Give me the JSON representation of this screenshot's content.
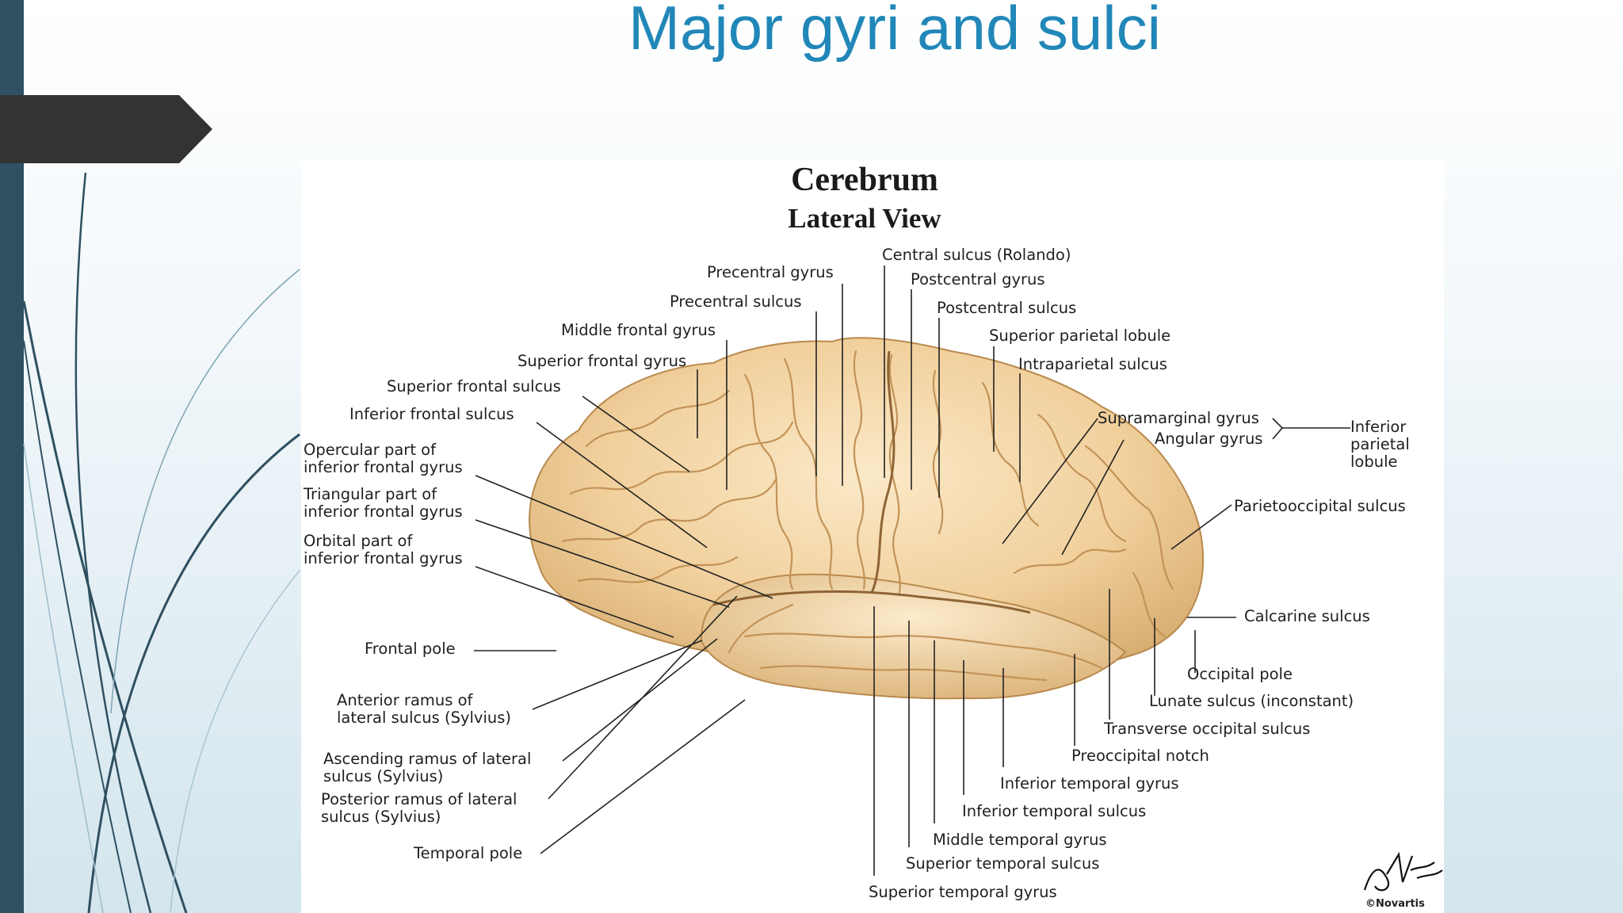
{
  "slide": {
    "title": "Major gyri and sulci"
  },
  "figure": {
    "title": "Cerebrum",
    "subtitle": "Lateral View",
    "credit": "©Novartis",
    "signature": "F. Netter",
    "labels": {
      "central_sulcus": "Central sulcus (Rolando)",
      "precentral_gyrus": "Precentral gyrus",
      "postcentral_gyrus": "Postcentral gyrus",
      "precentral_sulcus": "Precentral sulcus",
      "postcentral_sulcus": "Postcentral sulcus",
      "middle_frontal_gyrus": "Middle frontal gyrus",
      "superior_parietal_lobule": "Superior parietal lobule",
      "superior_frontal_gyrus": "Superior frontal gyrus",
      "intraparietal_sulcus": "Intraparietal sulcus",
      "superior_frontal_sulcus": "Superior frontal sulcus",
      "inferior_frontal_sulcus": "Inferior frontal sulcus",
      "supramarginal_gyrus": "Supramarginal gyrus",
      "angular_gyrus": "Angular gyrus",
      "inferior_parietal_lobule": "Inferior\nparietal\nlobule",
      "opercular_part": "Opercular part of\ninferior frontal gyrus",
      "triangular_part": "Triangular part of\ninferior frontal gyrus",
      "orbital_part": "Orbital part of\ninferior frontal gyrus",
      "parietooccipital_sulcus": "Parietooccipital sulcus",
      "frontal_pole": "Frontal pole",
      "calcarine_sulcus": "Calcarine sulcus",
      "occipital_pole": "Occipital pole",
      "anterior_ramus": "Anterior ramus of\nlateral sulcus (Sylvius)",
      "lunate_sulcus": "Lunate sulcus (inconstant)",
      "transverse_occipital_sulcus": "Transverse occipital sulcus",
      "ascending_ramus": "Ascending ramus of lateral\nsulcus (Sylvius)",
      "preoccipital_notch": "Preoccipital notch",
      "posterior_ramus": "Posterior ramus of lateral\nsulcus (Sylvius)",
      "inferior_temporal_gyrus": "Inferior temporal gyrus",
      "inferior_temporal_sulcus": "Inferior temporal sulcus",
      "temporal_pole": "Temporal pole",
      "middle_temporal_gyrus": "Middle temporal gyrus",
      "superior_temporal_sulcus": "Superior temporal sulcus",
      "superior_temporal_gyrus": "Superior temporal gyrus"
    }
  }
}
